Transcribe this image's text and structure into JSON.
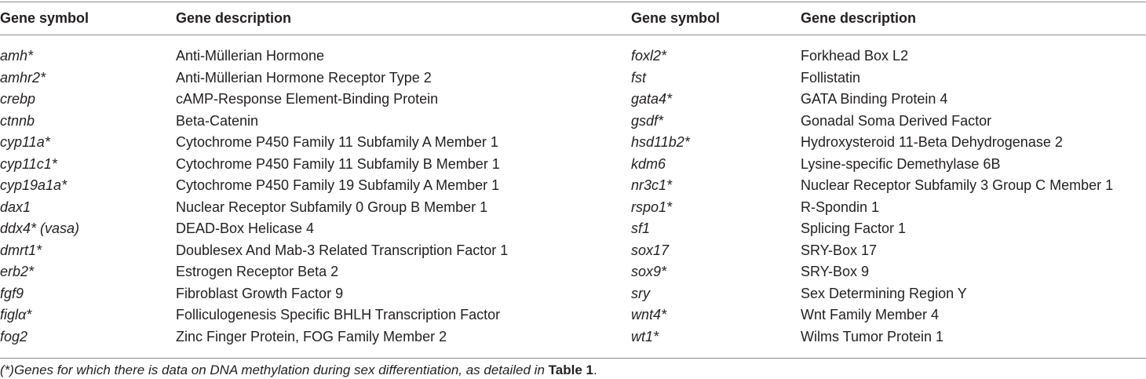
{
  "headers": {
    "symbol_left": "Gene symbol",
    "description_left": "Gene description",
    "symbol_right": "Gene symbol",
    "description_right": "Gene description"
  },
  "rows": [
    {
      "left_symbol": "amh*",
      "left_description": "Anti-Müllerian Hormone",
      "right_symbol": "foxl2*",
      "right_description": "Forkhead Box L2"
    },
    {
      "left_symbol": "amhr2*",
      "left_description": "Anti-Müllerian Hormone Receptor Type 2",
      "right_symbol": "fst",
      "right_description": "Follistatin"
    },
    {
      "left_symbol": "crebp",
      "left_description": "cAMP-Response Element-Binding Protein",
      "right_symbol": "gata4*",
      "right_description": "GATA Binding Protein 4"
    },
    {
      "left_symbol": "ctnnb",
      "left_description": "Beta-Catenin",
      "right_symbol": "gsdf*",
      "right_description": "Gonadal Soma Derived Factor"
    },
    {
      "left_symbol": "cyp11a*",
      "left_description": "Cytochrome P450 Family 11 Subfamily A Member 1",
      "right_symbol": "hsd11b2*",
      "right_description": "Hydroxysteroid 11-Beta Dehydrogenase 2"
    },
    {
      "left_symbol": "cyp11c1*",
      "left_description": "Cytochrome P450 Family 11 Subfamily B Member 1",
      "right_symbol": "kdm6",
      "right_description": "Lysine-specific Demethylase 6B"
    },
    {
      "left_symbol": "cyp19a1a*",
      "left_description": "Cytochrome P450 Family 19 Subfamily A Member 1",
      "right_symbol": "nr3c1*",
      "right_description": "Nuclear Receptor Subfamily 3 Group C Member 1"
    },
    {
      "left_symbol": "dax1",
      "left_description": "Nuclear Receptor Subfamily 0 Group B Member 1",
      "right_symbol": "rspo1*",
      "right_description": "R-Spondin 1"
    },
    {
      "left_symbol": "ddx4* (vasa)",
      "left_description": "DEAD-Box Helicase 4",
      "right_symbol": "sf1",
      "right_description": "Splicing Factor 1"
    },
    {
      "left_symbol": "dmrt1*",
      "left_description": "Doublesex And Mab-3 Related Transcription Factor 1",
      "right_symbol": "sox17",
      "right_description": "SRY-Box 17"
    },
    {
      "left_symbol": "erb2*",
      "left_description": "Estrogen Receptor Beta 2",
      "right_symbol": "sox9*",
      "right_description": "SRY-Box 9"
    },
    {
      "left_symbol": "fgf9",
      "left_description": "Fibroblast Growth Factor 9",
      "right_symbol": "sry",
      "right_description": "Sex Determining Region Y"
    },
    {
      "left_symbol": "figlα*",
      "left_description": "Folliculogenesis Specific BHLH Transcription Factor",
      "right_symbol": "wnt4*",
      "right_description": "Wnt Family Member 4"
    },
    {
      "left_symbol": "fog2",
      "left_description": "Zinc Finger Protein, FOG Family Member 2",
      "right_symbol": "wt1*",
      "right_description": "Wilms Tumor Protein 1"
    }
  ],
  "footnote": {
    "text": "(*)Genes for which there is data on DNA methylation during sex differentiation, as detailed in ",
    "link": "Table 1",
    "end": "."
  },
  "colors": {
    "text": "#231f20",
    "rule": "#8c8c8c",
    "background": "#ffffff"
  }
}
